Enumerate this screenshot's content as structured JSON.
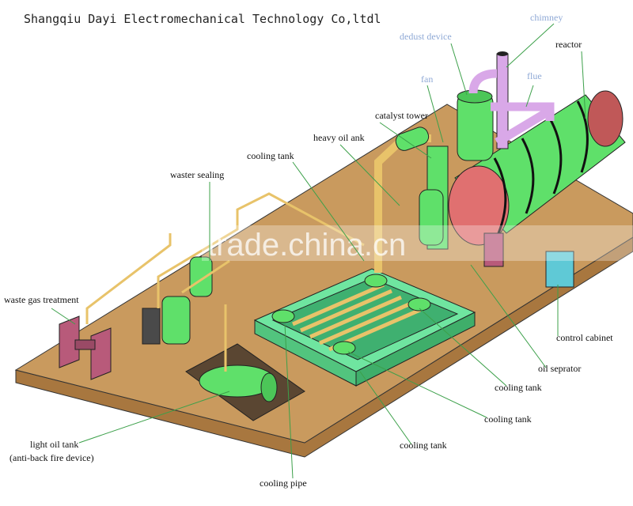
{
  "title": "Shangqiu Dayi Electromechanical Technology Co,ltdl",
  "watermark": "trade.china.cn",
  "colors": {
    "platform": "#c99a5e",
    "equipment": "#5fe06a",
    "pipes": "#d9a8e8",
    "reactor_end": "#e07070",
    "water_pool": "#6fe5a0",
    "label_dark": "#111111",
    "label_light": "#8fa9d6"
  },
  "labels": {
    "chimney": "chimney",
    "dedust_device": "dedust device",
    "reactor": "reactor",
    "fan": "fan",
    "flue": "flue",
    "catalyst_tower": "catalyst tower",
    "heavy_oil_tank": "heavy oil ank",
    "cooling_tank_top": "cooling tank",
    "waster_sealing": "waster sealing",
    "waste_gas_treatment": "waste gas treatment",
    "control_cabinet": "control cabinet",
    "oil_separator": "oil seprator",
    "cooling_tank_1": "cooling tank",
    "cooling_tank_2": "cooling tank",
    "cooling_tank_3": "cooling tank",
    "light_oil_tank": "light oil tank",
    "anti_back_fire": "(anti-back fire device)",
    "cooling_pipe": "cooling pipe"
  }
}
